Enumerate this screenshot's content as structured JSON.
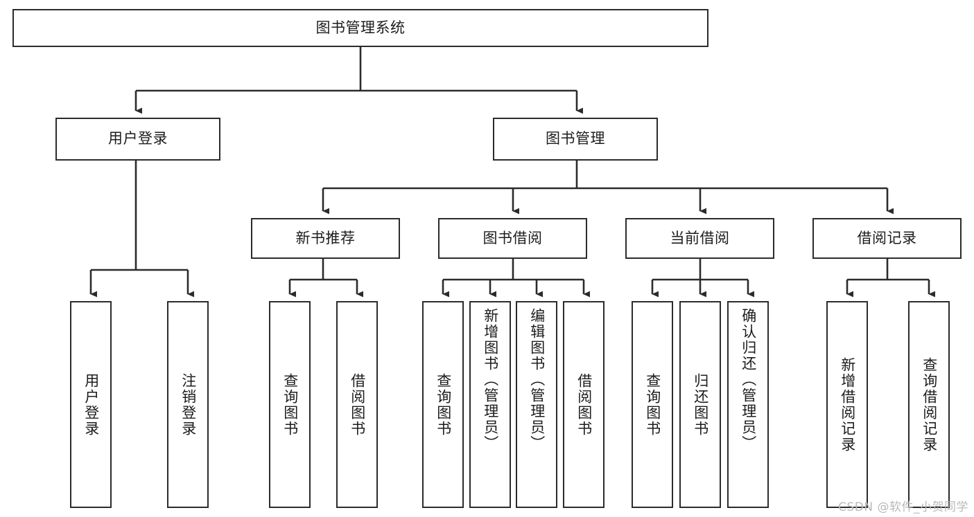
{
  "diagram": {
    "title": "图书管理系统",
    "type": "tree-hierarchy",
    "root": {
      "label": "图书管理系统"
    },
    "level2": [
      {
        "label": "用户登录"
      },
      {
        "label": "图书管理"
      }
    ],
    "level3": [
      {
        "label": "新书推荐"
      },
      {
        "label": "图书借阅"
      },
      {
        "label": "当前借阅"
      },
      {
        "label": "借阅记录"
      }
    ],
    "leaves": {
      "user_login": [
        {
          "label": "用户登录"
        },
        {
          "label": "注销登录"
        }
      ],
      "new_book_recommend": [
        {
          "label": "查询图书"
        },
        {
          "label": "借阅图书"
        }
      ],
      "book_borrow": [
        {
          "label": "查询图书"
        },
        {
          "label": "新增图书（管理员）"
        },
        {
          "label": "编辑图书（管理员）"
        },
        {
          "label": "借阅图书"
        }
      ],
      "current_borrow": [
        {
          "label": "查询图书"
        },
        {
          "label": "归还图书"
        },
        {
          "label": "确认归还（管理员）"
        }
      ],
      "borrow_record": [
        {
          "label": "新增借阅记录"
        },
        {
          "label": "查询借阅记录"
        }
      ]
    }
  },
  "watermark": {
    "text": "CSDN @软件_小贺同学"
  },
  "colors": {
    "stroke": "#2b2b2b",
    "fill": "#ffffff",
    "text": "#1c1c1c",
    "watermark": "#b9b9b9"
  }
}
